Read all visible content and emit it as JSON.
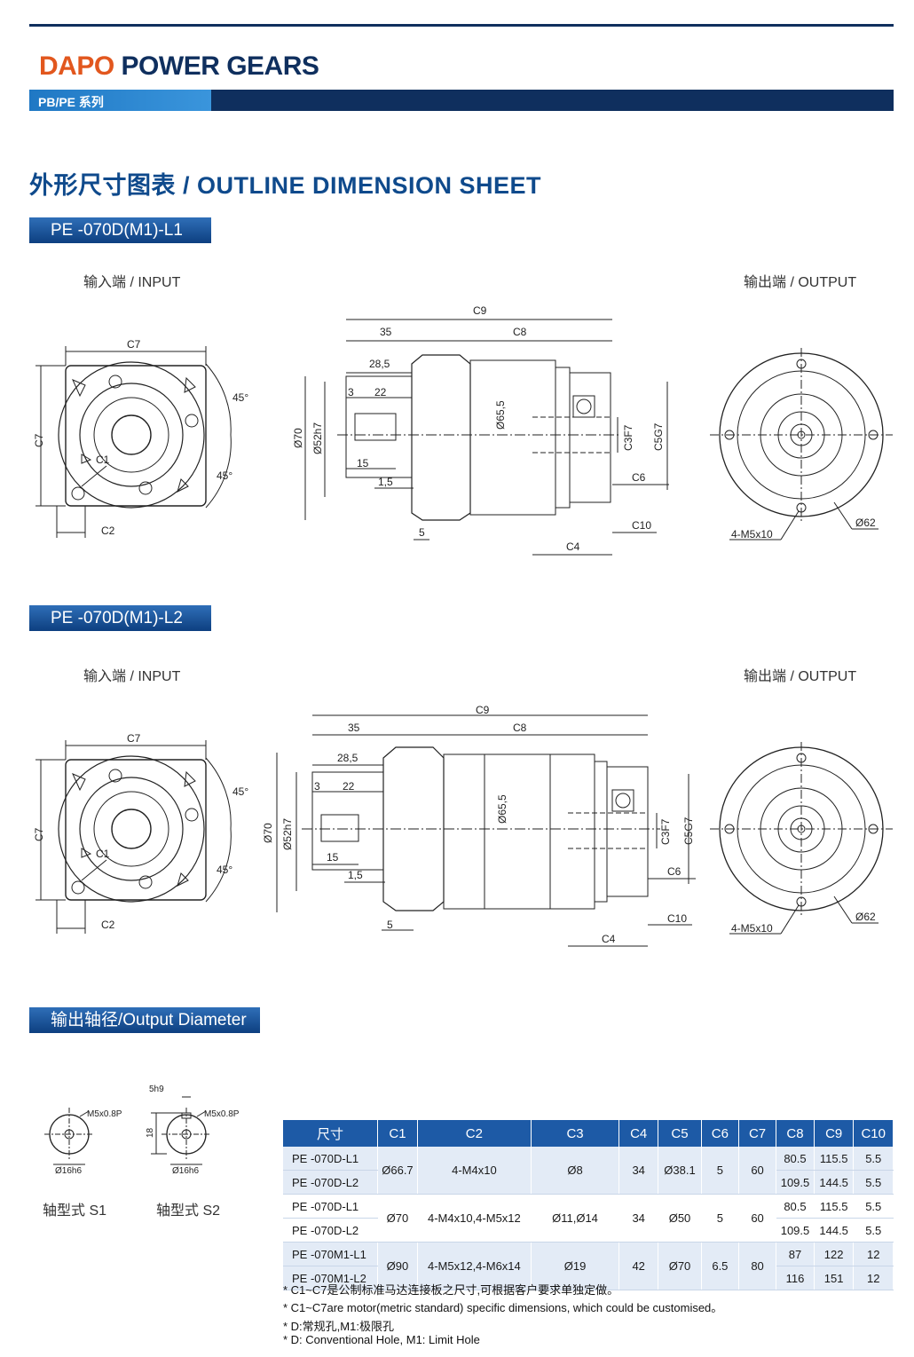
{
  "header": {
    "brand_accent": "DAPO",
    "brand_rest": "POWER GEARS",
    "series": "PB/PE 系列"
  },
  "section_title": "外形尺寸图表 / OUTLINE DIMENSION SHEET",
  "drawing1": {
    "tag": "PE -070D(M1)-L1",
    "input_label": "输入端 / INPUT",
    "output_label": "输出端 / OUTPUT",
    "dims": {
      "c9": "C9",
      "d35": "35",
      "c8": "C8",
      "d285": "28,5",
      "d3": "3",
      "d22": "22",
      "d70": "Ø70",
      "d52": "Ø52h7",
      "d655": "Ø65,5",
      "d15": "15",
      "d15b": "1,5",
      "d5": "5",
      "c3": "C3F7",
      "c5": "C5G7",
      "c6": "C6",
      "c10": "C10",
      "c4": "C4",
      "c7a": "C7",
      "c7b": "C7",
      "c1": "C1",
      "c2": "C2",
      "a45a": "45°",
      "a45b": "45°",
      "m5": "4-M5x10",
      "d62": "Ø62"
    }
  },
  "drawing2": {
    "tag": "PE -070D(M1)-L2",
    "input_label": "输入端 / INPUT",
    "output_label": "输出端 / OUTPUT",
    "dims": {
      "c9": "C9",
      "d35": "35",
      "c8": "C8",
      "d285": "28,5",
      "d3": "3",
      "d22": "22",
      "d70": "Ø70",
      "d52": "Ø52h7",
      "d655": "Ø65,5",
      "d15": "15",
      "d15b": "1,5",
      "d5": "5",
      "c3": "C3F7",
      "c5": "C5G7",
      "c6": "C6",
      "c10": "C10",
      "c4": "C4",
      "c7a": "C7",
      "c7b": "C7",
      "c1": "C1",
      "c2": "C2",
      "a45a": "45°",
      "a45b": "45°",
      "m5": "4-M5x10",
      "d62": "Ø62"
    }
  },
  "output_diameter": {
    "tag": "输出轴径/Output Diameter",
    "s1_label": "轴型式 S1",
    "s2_label": "轴型式 S2",
    "thread": "M5x0.8P",
    "dia": "Ø16h6",
    "key": "5h9",
    "h18": "18"
  },
  "table": {
    "headers": [
      "尺寸",
      "C1",
      "C2",
      "C3",
      "C4",
      "C5",
      "C6",
      "C7",
      "C8",
      "C9",
      "C10"
    ],
    "groups": [
      {
        "c1": "Ø66.7",
        "c2": "4-M4x10",
        "c3": "Ø8",
        "c4": "34",
        "c5": "Ø38.1",
        "c6": "5",
        "c7": "60",
        "rows": [
          {
            "model": "PE -070D-L1",
            "c8": "80.5",
            "c9": "115.5",
            "c10": "5.5"
          },
          {
            "model": "PE -070D-L2",
            "c8": "109.5",
            "c9": "144.5",
            "c10": "5.5"
          }
        ]
      },
      {
        "c1": "Ø70",
        "c2": "4-M4x10,4-M5x12",
        "c3": "Ø11,Ø14",
        "c4": "34",
        "c5": "Ø50",
        "c6": "5",
        "c7": "60",
        "rows": [
          {
            "model": "PE -070D-L1",
            "c8": "80.5",
            "c9": "115.5",
            "c10": "5.5"
          },
          {
            "model": "PE -070D-L2",
            "c8": "109.5",
            "c9": "144.5",
            "c10": "5.5"
          }
        ]
      },
      {
        "c1": "Ø90",
        "c2": "4-M5x12,4-M6x14",
        "c3": "Ø19",
        "c4": "42",
        "c5": "Ø70",
        "c6": "6.5",
        "c7": "80",
        "rows": [
          {
            "model": "PE -070M1-L1",
            "c8": "87",
            "c9": "122",
            "c10": "12"
          },
          {
            "model": "PE -070M1-L2",
            "c8": "116",
            "c9": "151",
            "c10": "12"
          }
        ]
      }
    ]
  },
  "notes": [
    "* C1~C7是公制标准马达连接板之尺寸,可根据客户要求单独定做。",
    "* C1~C7are motor(metric standard)  specific dimensions, which could be customised。",
    "* D:常规孔,M1:极限孔",
    "* D: Conventional Hole, M1: Limit Hole"
  ],
  "colors": {
    "navy": "#0f2f5e",
    "orange": "#e2571e",
    "blue": "#1d5aa6"
  }
}
